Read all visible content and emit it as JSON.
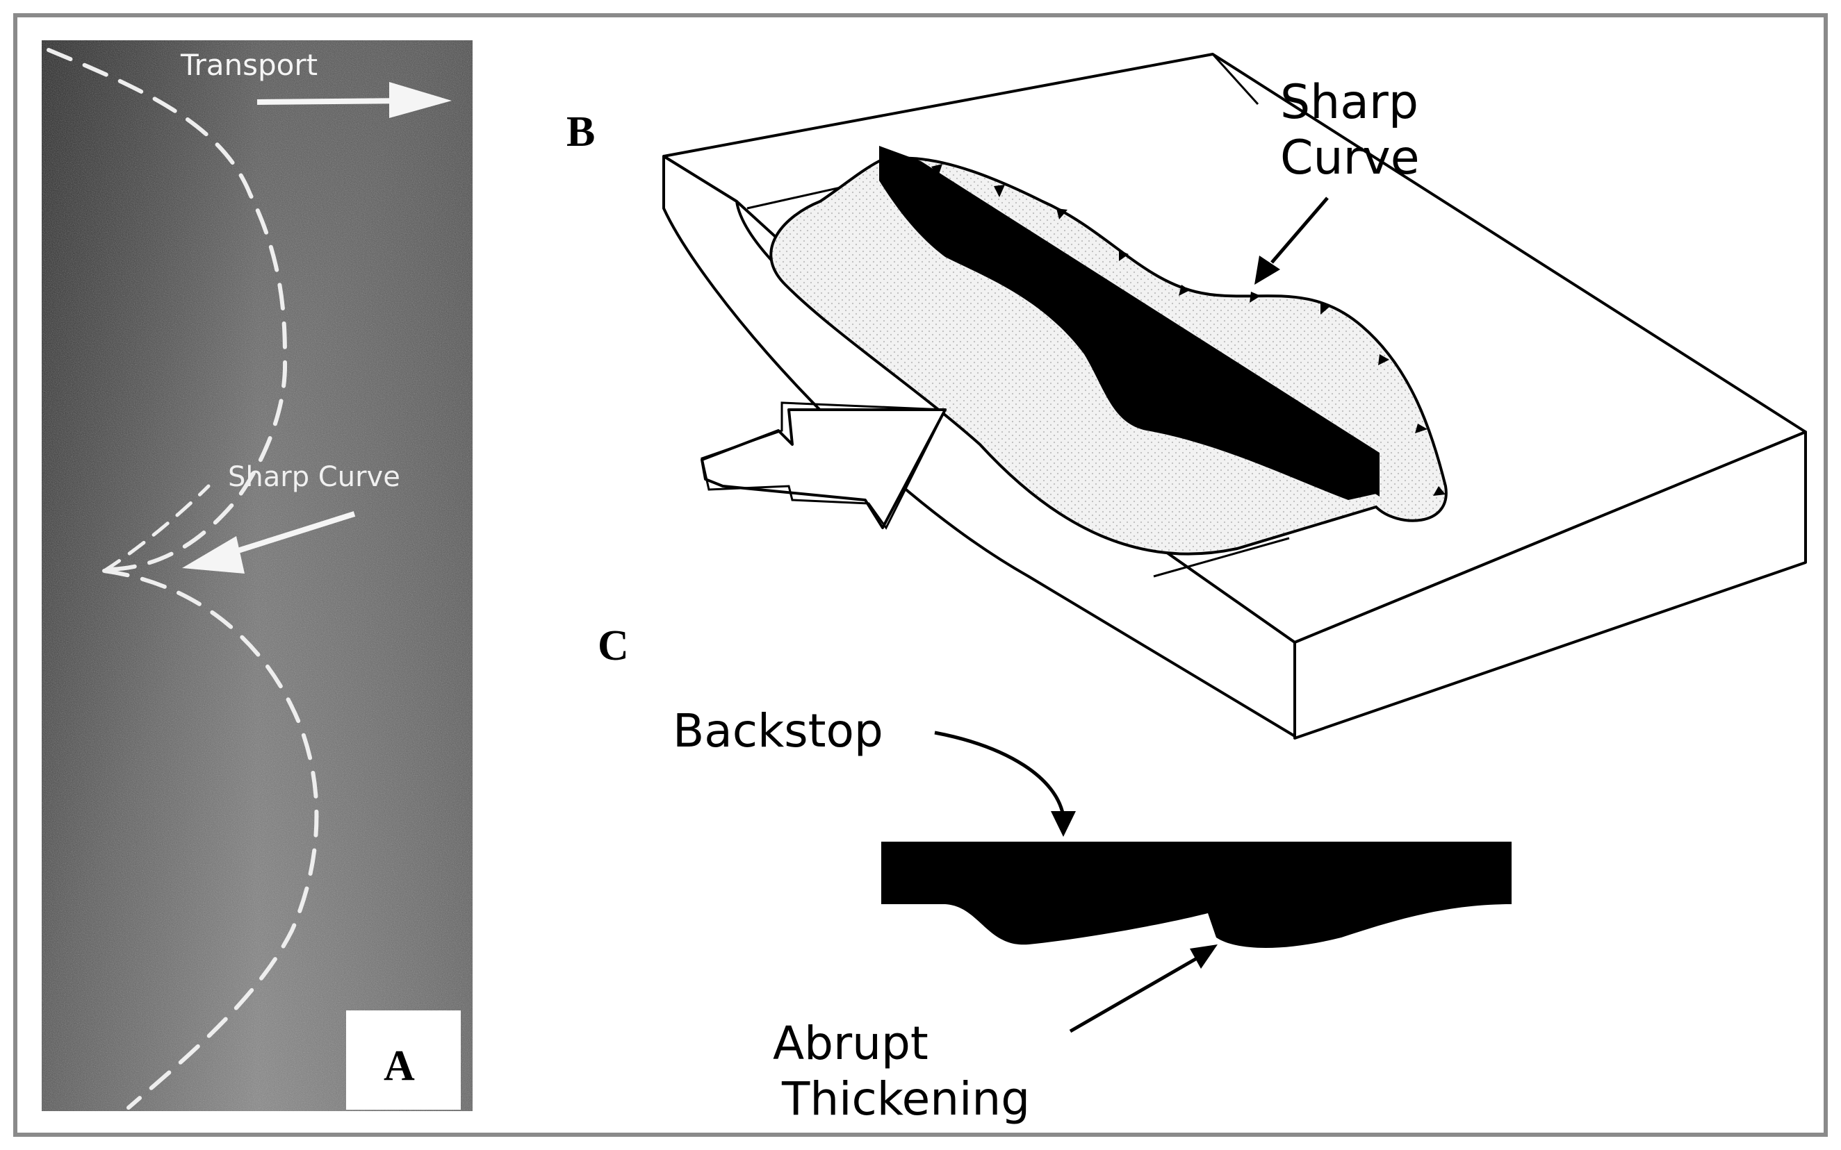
{
  "panel_a": {
    "label": "A",
    "transport_label": "Transport",
    "sharp_curve_label": "Sharp Curve"
  },
  "panel_b": {
    "label": "B",
    "sharp_curve_line1": "Sharp",
    "sharp_curve_line2": "Curve"
  },
  "panel_c": {
    "label": "C",
    "backstop_label": "Backstop",
    "abrupt_line1": "Abrupt",
    "abrupt_line2": "Thickening"
  },
  "colors": {
    "frame": "#8a8a8a",
    "photo_dark": "#3a3a3a",
    "photo_light": "#8f8f8f",
    "ink": "#000000",
    "stipple": "#e6e6e6"
  }
}
